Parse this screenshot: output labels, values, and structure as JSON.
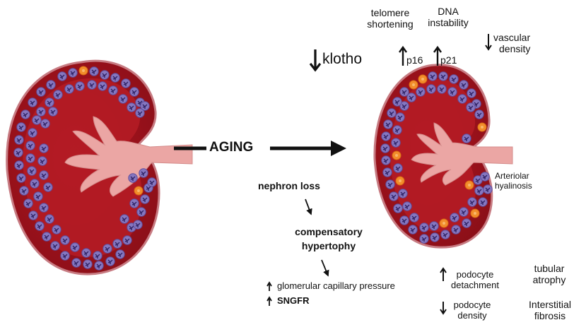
{
  "main_arrow_label": "AGING",
  "labels": {
    "telomere": [
      "telomere",
      "shortening"
    ],
    "dna": [
      "DNA",
      "instability"
    ],
    "vascular": [
      "vascular",
      "density"
    ],
    "klotho": "klotho",
    "p16": "p16",
    "p21": "p21",
    "arteriolar": [
      "Arteriolar",
      "hyalinosis"
    ],
    "nephron_loss": "nephron loss",
    "compensatory": [
      "compensatory",
      "hypertophy"
    ],
    "glomerular": "glomerular capillary pressure",
    "sngfr": "SNGFR",
    "podocyte_detachment": [
      "podocyte",
      "detachment"
    ],
    "podocyte_density": [
      "podocyte",
      "density"
    ],
    "tubular": [
      "tubular",
      "atrophy"
    ],
    "interstitial": [
      "Interstitial",
      "fibrosis"
    ]
  },
  "colors": {
    "kidney_fill": "#a3141c",
    "kidney_edge": "#c9858b",
    "cortex_light": "#c8303a",
    "pelvis": "#eaa3a2",
    "glomerulus": "#7b6bb3",
    "glomerulus_tuft": "#3c2d78",
    "sclerotic": "#f08a2a",
    "arrow": "#111111"
  }
}
